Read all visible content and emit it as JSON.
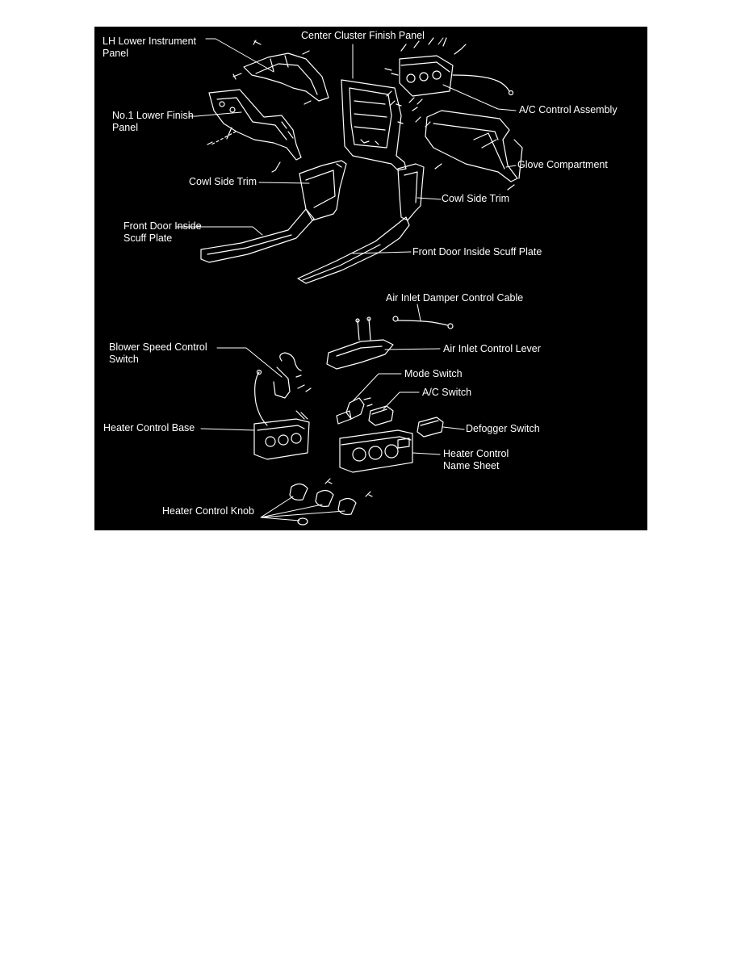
{
  "colors": {
    "background": "#000000",
    "line": "#ffffff",
    "page": "#ffffff"
  },
  "labels": {
    "lh_lower_instrument_panel": "LH Lower Instrument\nPanel",
    "center_cluster_finish_panel": "Center Cluster Finish Panel",
    "ac_control_assembly": "A/C Control Assembly",
    "no1_lower_finish_panel": "No.1 Lower Finish\nPanel",
    "glove_compartment": "Glove Compartment",
    "cowl_side_trim_left": "Cowl Side Trim",
    "cowl_side_trim_right": "Cowl Side Trim",
    "front_door_inside_scuff_plate_left": "Front Door Inside\nScuff Plate",
    "front_door_inside_scuff_plate_right": "Front Door Inside Scuff Plate",
    "air_inlet_damper_control_cable": "Air Inlet Damper Control Cable",
    "air_inlet_control_lever": "Air Inlet Control Lever",
    "blower_speed_control_switch": "Blower Speed Control\nSwitch",
    "mode_switch": "Mode Switch",
    "ac_switch": "A/C Switch",
    "heater_control_base": "Heater Control Base",
    "defogger_switch": "Defogger Switch",
    "heater_control_name_sheet": "Heater Control\nName Sheet",
    "heater_control_knob": "Heater Control Knob"
  }
}
